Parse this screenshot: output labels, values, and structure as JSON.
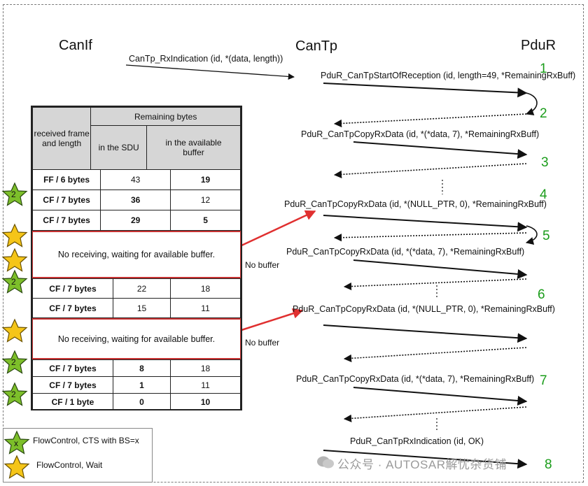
{
  "headers": {
    "canif": "CanIf",
    "cantp": "CanTp",
    "pdur": "PduR"
  },
  "messages": {
    "rx_indication": "CanTp_RxIndication (id, *(data, length))",
    "start_of_reception": "PduR_CanTpStartOfReception (id, length=49, *RemainingRxBuff)",
    "copy_data_1": "PduR_CanTpCopyRxData (id, *(*data, 7), *RemainingRxBuff)",
    "copy_null_1": "PduR_CanTpCopyRxData (id, *(NULL_PTR, 0), *RemainingRxBuff)",
    "copy_data_2": "PduR_CanTpCopyRxData (id, *(*data, 7), *RemainingRxBuff)",
    "copy_null_2": "PduR_CanTpCopyRxData (id, *(NULL_PTR, 0), *RemainingRxBuff)",
    "copy_data_3": "PduR_CanTpCopyRxData (id, *(*data, 7), *RemainingRxBuff)",
    "pdur_rx_indication": "PduR_CanTpRxIndication (id, OK)"
  },
  "steps": [
    "1",
    "2",
    "3",
    "4",
    "5",
    "6",
    "7",
    "8"
  ],
  "no_buffer": "No buffer",
  "table": {
    "col_frame": "received frame and length",
    "col_remaining": "Remaining bytes",
    "col_sdu": "in the SDU",
    "col_buffer": "in the available buffer",
    "rows": [
      {
        "frame": "FF / 6 bytes",
        "sdu": "43",
        "buffer": "19"
      },
      {
        "frame": "CF / 7 bytes",
        "sdu": "36",
        "buffer": "12"
      },
      {
        "frame": "CF / 7 bytes",
        "sdu": "29",
        "buffer": "5"
      },
      {
        "frame": "CF / 7 bytes",
        "sdu": "22",
        "buffer": "18"
      },
      {
        "frame": "CF / 7 bytes",
        "sdu": "15",
        "buffer": "11"
      },
      {
        "frame": "CF / 7 bytes",
        "sdu": "8",
        "buffer": "18"
      },
      {
        "frame": "CF / 7 bytes",
        "sdu": "1",
        "buffer": "11"
      },
      {
        "frame": "CF / 1 byte",
        "sdu": "0",
        "buffer": "10"
      }
    ],
    "wait_text": "No receiving, waiting for available buffer."
  },
  "stars": {
    "green_label": "2",
    "legend_green_label": "x"
  },
  "legend": {
    "cts": "FlowControl, CTS with BS=x",
    "wait": "FlowControl, Wait"
  },
  "watermark": "公众号 · AUTOSAR解忧杂货铺",
  "colors": {
    "step_green": "#1a9c1a",
    "star_green": "#7dbf2a",
    "star_yellow": "#f5c518",
    "highlight_red": "#e03030"
  }
}
